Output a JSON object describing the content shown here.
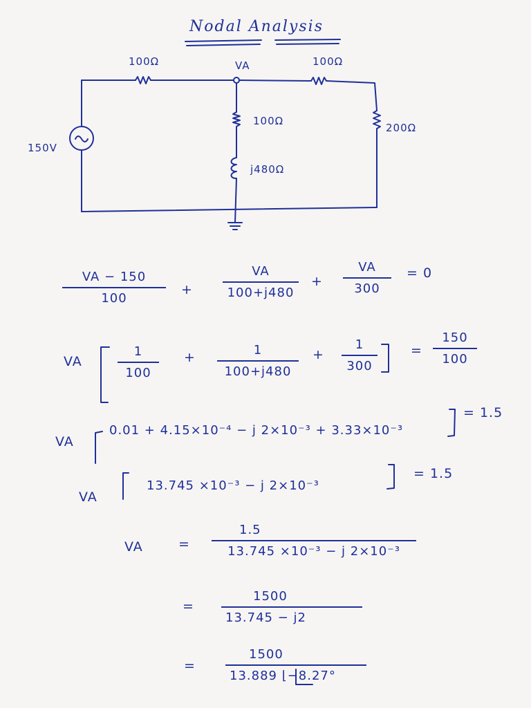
{
  "title": "Nodal Analysis",
  "circuit": {
    "node_label": "VA",
    "source_label": "150V",
    "r_left": "100Ω",
    "r_right": "100Ω",
    "r_mid": "100Ω",
    "r_far": "200Ω",
    "inductor": "j480Ω"
  },
  "eq1": {
    "t1_num": "VA − 150",
    "t1_den": "100",
    "plus1": "+",
    "t2_num": "VA",
    "t2_den": "100+j480",
    "plus2": "+",
    "t3_num": "VA",
    "t3_den": "300",
    "rhs": "= 0"
  },
  "eq2": {
    "lead": "VA",
    "t1_num": "1",
    "t1_den": "100",
    "plus1": "+",
    "t2_num": "1",
    "t2_den": "100+j480",
    "plus2": "+",
    "t3_num": "1",
    "t3_den": "300",
    "rhs_eq": "=",
    "rhs_num": "150",
    "rhs_den": "100"
  },
  "eq3": {
    "lead": "VA",
    "body": "0.01 + 4.15×10⁻⁴ − j 2×10⁻³ + 3.33×10⁻³",
    "rhs": "= 1.5"
  },
  "eq4": {
    "lead": "VA",
    "body": "13.745 ×10⁻³  − j 2×10⁻³",
    "rhs": "= 1.5"
  },
  "eq5": {
    "lead": "VA",
    "eq": "=",
    "num": "1.5",
    "den": "13.745 ×10⁻³ − j 2×10⁻³"
  },
  "eq6": {
    "eq": "=",
    "num": "1500",
    "den": "13.745 − j2"
  },
  "eq7": {
    "eq": "=",
    "num": "1500",
    "den": "13.889 ⌊−8.27°"
  }
}
